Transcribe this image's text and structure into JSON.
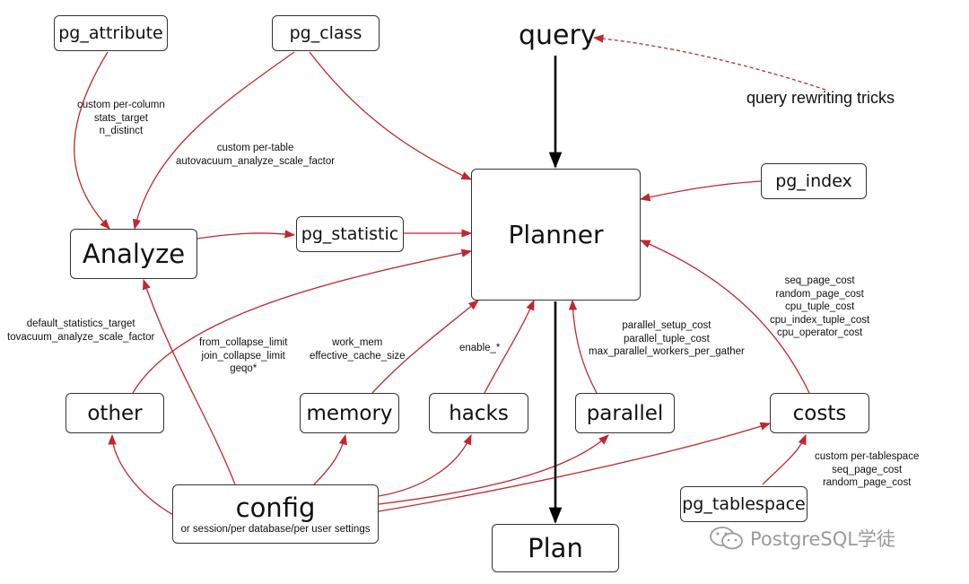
{
  "diagram": {
    "top_title": "query",
    "rewrite_label": "query rewriting tricks",
    "nodes": {
      "pg_attribute": "pg_attribute",
      "pg_class": "pg_class",
      "pg_index": "pg_index",
      "analyze": "Analyze",
      "pg_statistic": "pg_statistic",
      "planner": "Planner",
      "other": "other",
      "memory": "memory",
      "hacks": "hacks",
      "parallel": "parallel",
      "costs": "costs",
      "config": "config",
      "config_sub": "or session/per database/per user settings",
      "pg_tablespace": "pg_tablespace",
      "plan": "Plan"
    },
    "edge_labels": {
      "attribute": [
        "custom per-column",
        "stats_target",
        "n_distinct"
      ],
      "class": [
        "custom per-table",
        "autovacuum_analyze_scale_factor"
      ],
      "other": [
        "default_statistics_target",
        "tovacuum_analyze_scale_factor"
      ],
      "collapse": [
        "from_collapse_limit",
        "join_collapse_limit",
        "geqo*"
      ],
      "memory": [
        "work_mem",
        "effective_cache_size"
      ],
      "hacks": [
        "enable_*"
      ],
      "parallel": [
        "parallel_setup_cost",
        "parallel_tuple_cost",
        "max_parallel_workers_per_gather"
      ],
      "costs": [
        "seq_page_cost",
        "random_page_cost",
        "cpu_tuple_cost",
        "cpu_index_tuple_cost",
        "cpu_operator_cost"
      ],
      "tablespace": [
        "custom per-tablespace",
        "seq_page_cost",
        "random_page_cost"
      ]
    },
    "colors": {
      "edge": "#c0282f",
      "main_flow": "#000000",
      "border": "#333333"
    }
  },
  "watermark": {
    "text": "PostgreSQL学徒",
    "icon": "wechat-icon"
  }
}
